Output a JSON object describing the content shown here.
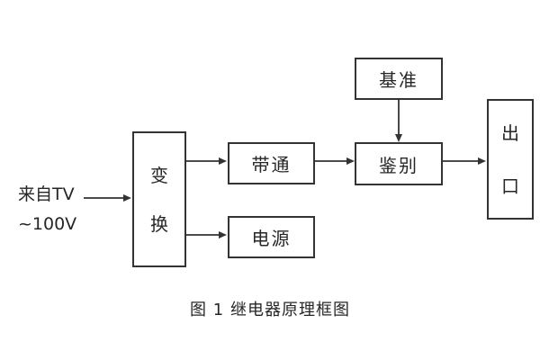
{
  "diagram": {
    "source": {
      "line1": "来自TV",
      "line2": "~100V"
    },
    "blocks": {
      "transform": {
        "label": "变换",
        "chars": [
          "变",
          "换"
        ]
      },
      "bandpass": {
        "label": "带通"
      },
      "power": {
        "label": "电源"
      },
      "reference": {
        "label": "基准"
      },
      "discriminator": {
        "label": "鉴别"
      },
      "output": {
        "label": "出口",
        "chars": [
          "出",
          "口"
        ]
      }
    },
    "caption": "图 1 继电器原理框图",
    "colors": {
      "line": "#333333",
      "text": "#262626",
      "background": "#ffffff"
    }
  }
}
